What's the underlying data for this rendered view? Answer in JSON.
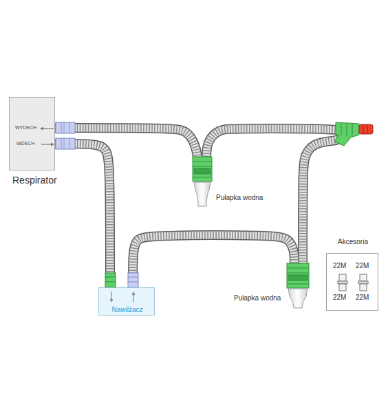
{
  "diagram": {
    "nodes": [
      {
        "text": [
          "WYDECH",
          "WDECH",
          "Respirator"
        ]
      },
      {
        "text": [
          "Pułapka wodna"
        ]
      },
      {
        "text": [
          "Akcesoria",
          "22M",
          "22M",
          "22M",
          "22M"
        ]
      },
      {
        "text": [
          "Pułapka wodna"
        ]
      },
      {
        "text": [
          "Nawilżacz"
        ]
      }
    ],
    "edges": [
      {
        "from": 0,
        "to": 1,
        "arrow": "none"
      },
      {
        "from": 1,
        "to": 3,
        "arrow": "none"
      },
      {
        "from": 0,
        "to": 4,
        "arrow": "none"
      },
      {
        "from": 4,
        "to": 3,
        "arrow": "none"
      }
    ]
  }
}
